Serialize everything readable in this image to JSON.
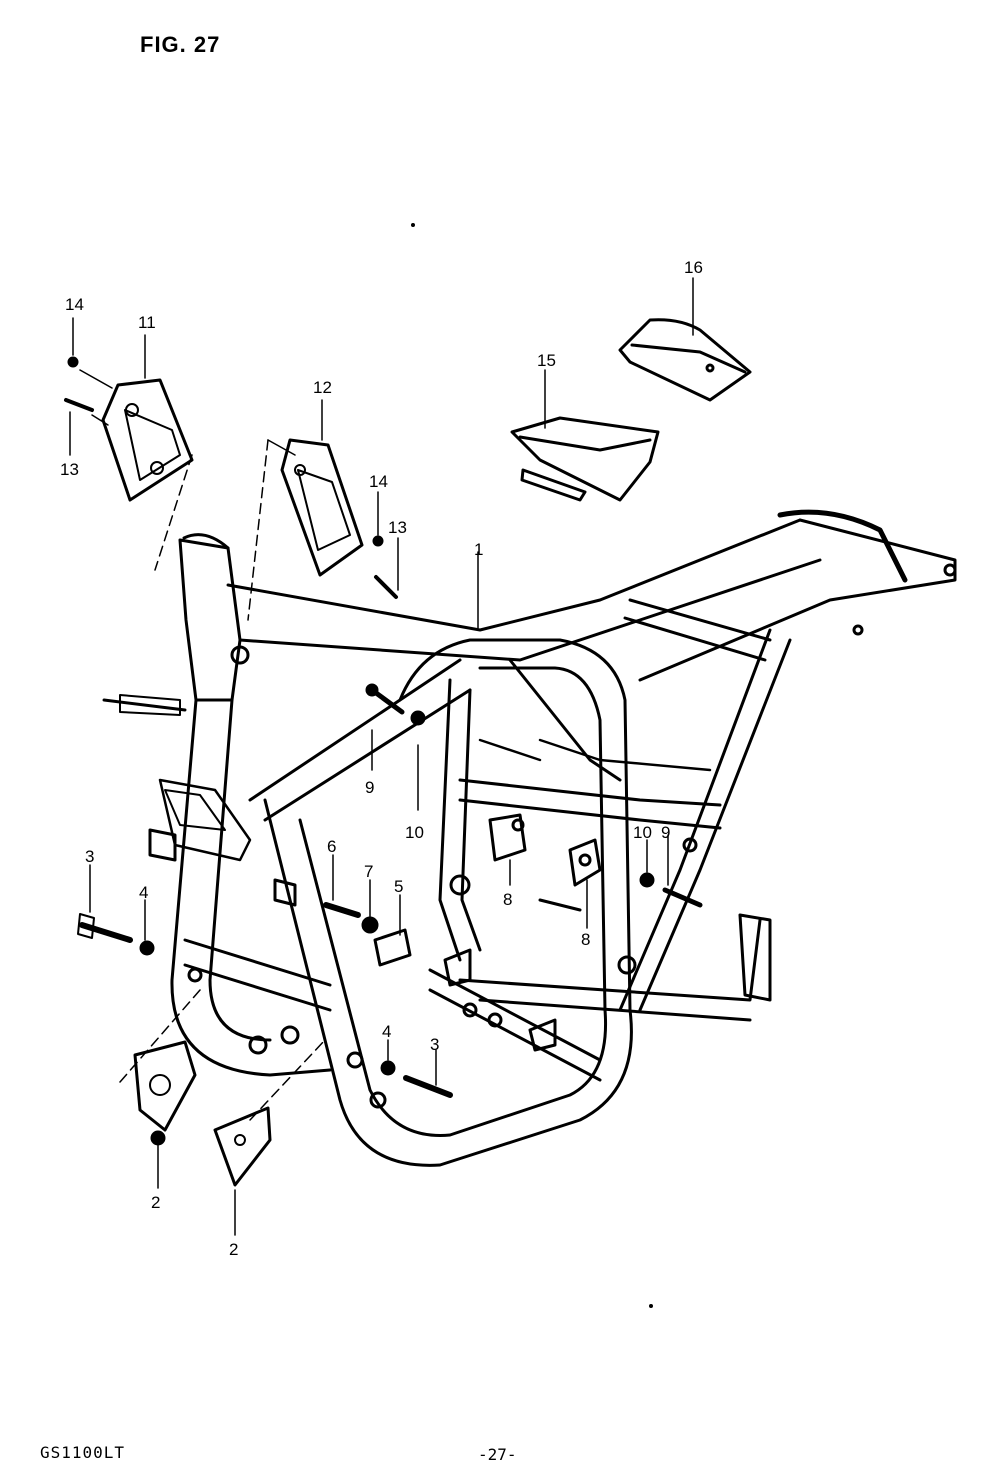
{
  "figure": {
    "title": "FIG. 27"
  },
  "footer": {
    "model": "GS1100LT",
    "page_number": "-27-"
  },
  "callouts": [
    {
      "id": "c16",
      "text": "16"
    },
    {
      "id": "c15",
      "text": "15"
    },
    {
      "id": "c14a",
      "text": "14"
    },
    {
      "id": "c11",
      "text": "11"
    },
    {
      "id": "c13a",
      "text": "13"
    },
    {
      "id": "c12",
      "text": "12"
    },
    {
      "id": "c14b",
      "text": "14"
    },
    {
      "id": "c13b",
      "text": "13"
    },
    {
      "id": "c1",
      "text": "1"
    },
    {
      "id": "c9a",
      "text": "9"
    },
    {
      "id": "c10a",
      "text": "10"
    },
    {
      "id": "c10b",
      "text": "10"
    },
    {
      "id": "c9b",
      "text": "9"
    },
    {
      "id": "c3a",
      "text": "3"
    },
    {
      "id": "c4a",
      "text": "4"
    },
    {
      "id": "c6",
      "text": "6"
    },
    {
      "id": "c7",
      "text": "7"
    },
    {
      "id": "c5",
      "text": "5"
    },
    {
      "id": "c8a",
      "text": "8"
    },
    {
      "id": "c8b",
      "text": "8"
    },
    {
      "id": "c4b",
      "text": "4"
    },
    {
      "id": "c3b",
      "text": "3"
    },
    {
      "id": "c2a",
      "text": "2"
    },
    {
      "id": "c2b",
      "text": "2"
    }
  ]
}
